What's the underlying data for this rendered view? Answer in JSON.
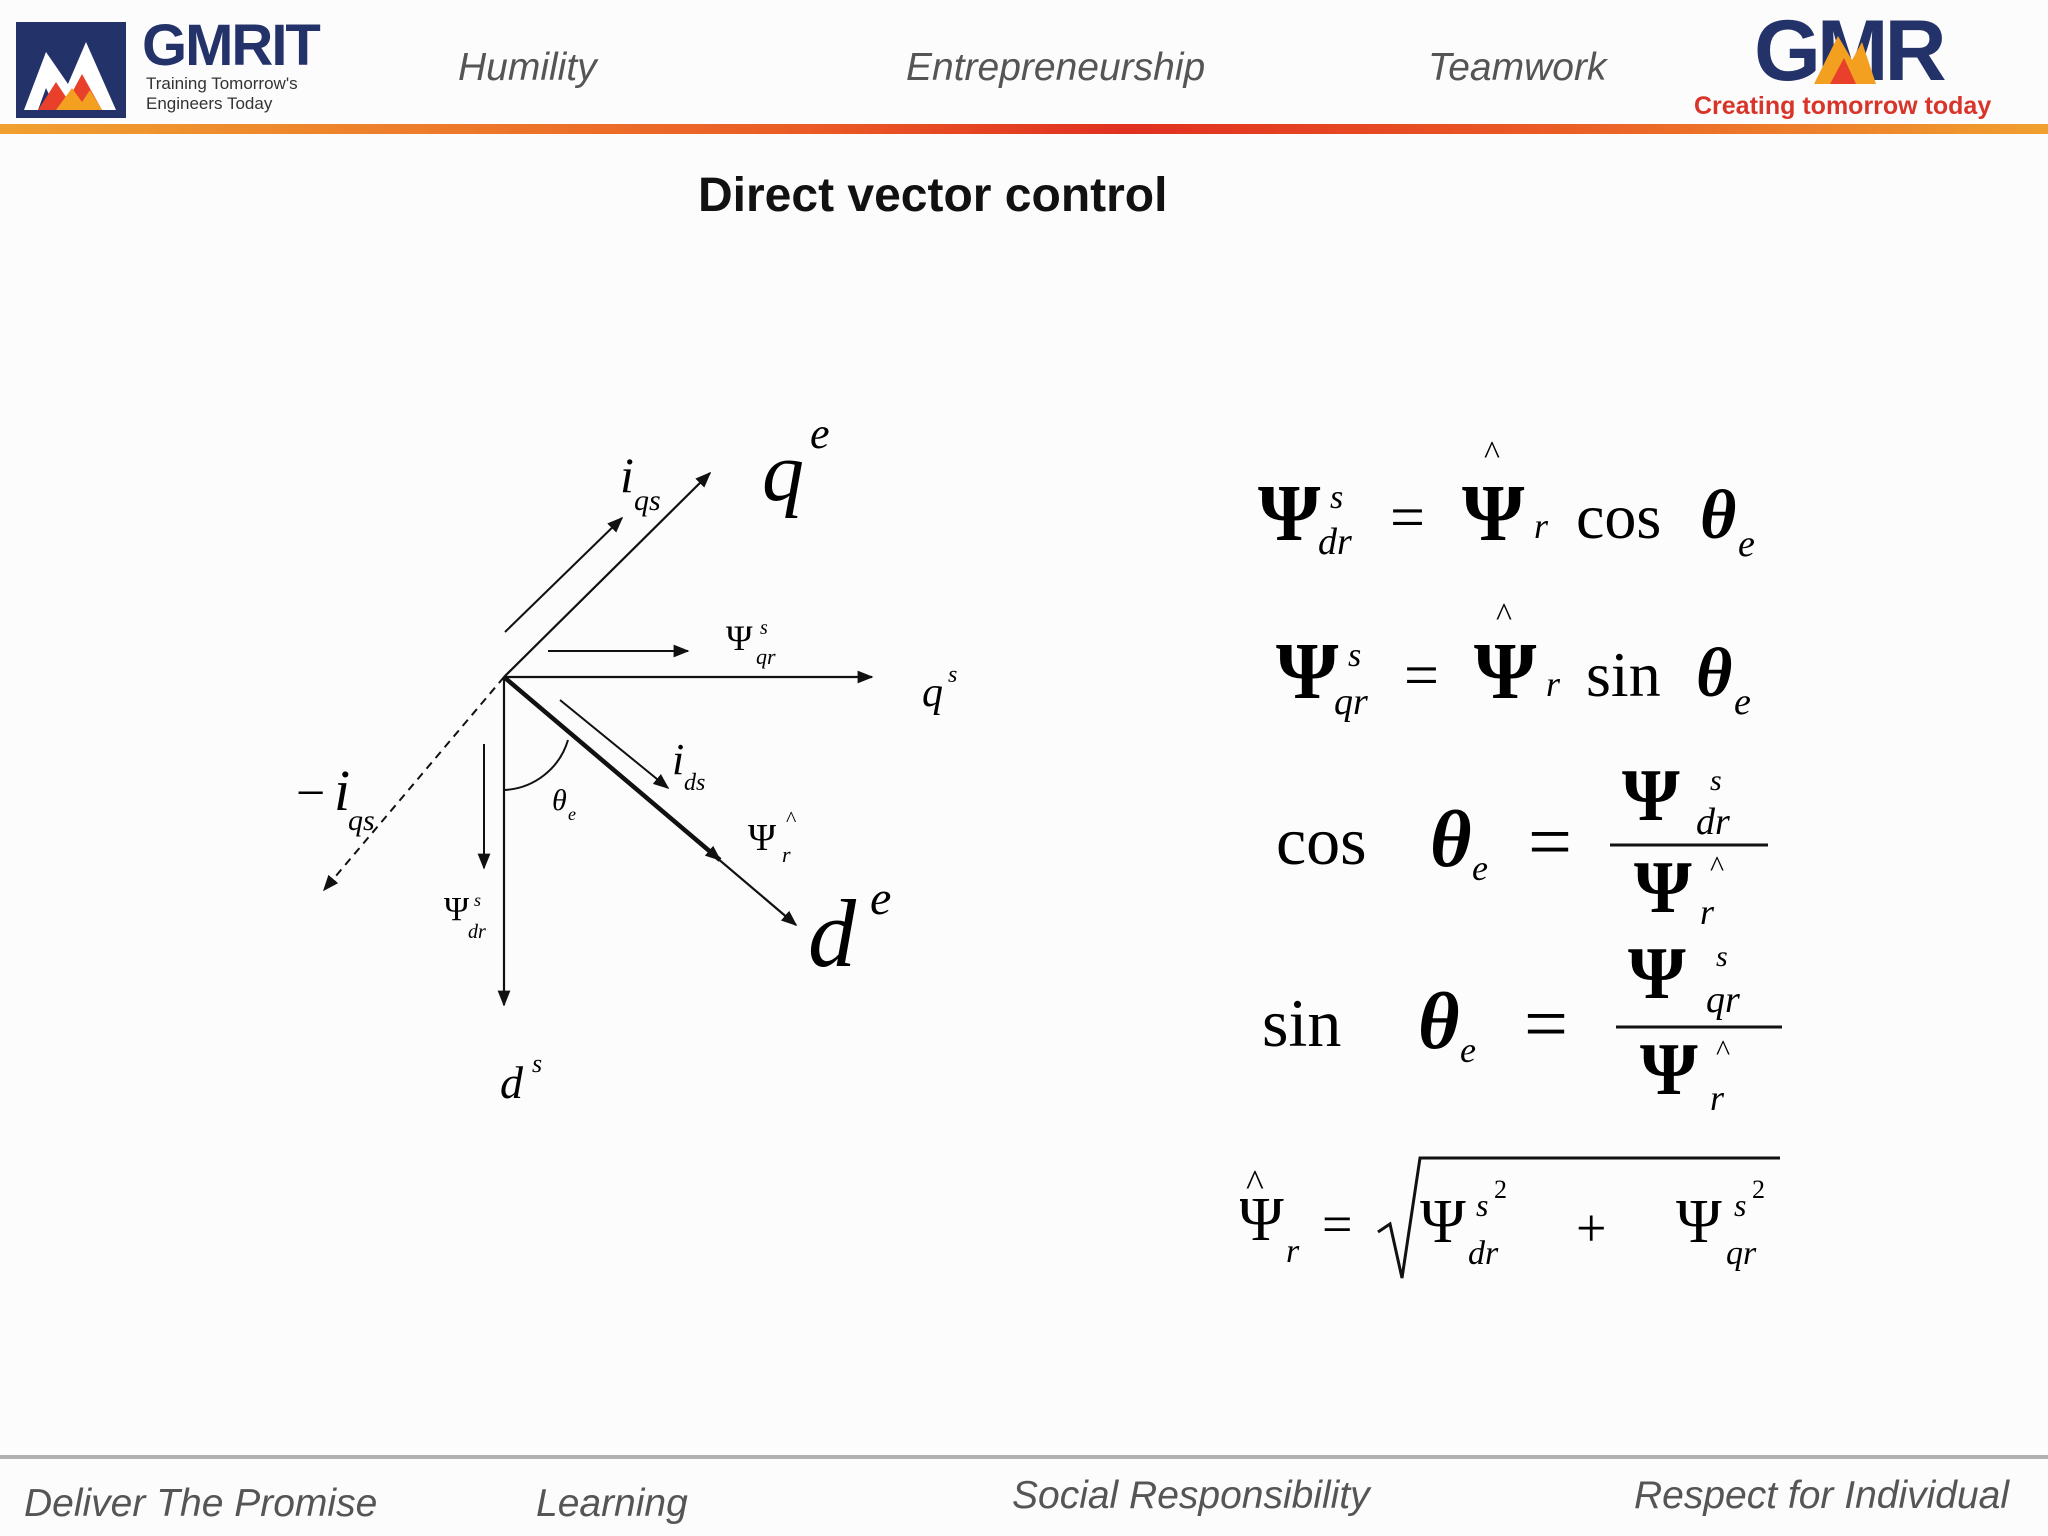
{
  "header": {
    "left_logo": {
      "name": "GMRIT",
      "tagline_line1": "Training Tomorrow's",
      "tagline_line2": "Engineers Today"
    },
    "values": [
      "Humility",
      "Entrepreneurship",
      "Teamwork"
    ],
    "right_logo": {
      "name": "GMR",
      "tagline": "Creating tomorrow today"
    },
    "colors": {
      "navy": "#1f2f5e",
      "orange": "#f39a1f",
      "red": "#e0302a",
      "band_start": "#f0a030",
      "band_end": "#e03020"
    }
  },
  "slide": {
    "title": "Direct vector control"
  },
  "footer": {
    "values": [
      "Deliver The Promise",
      "Learning",
      "Social Responsibility",
      "Respect for Individual"
    ],
    "rule_color": "#b0b0b0"
  }
}
